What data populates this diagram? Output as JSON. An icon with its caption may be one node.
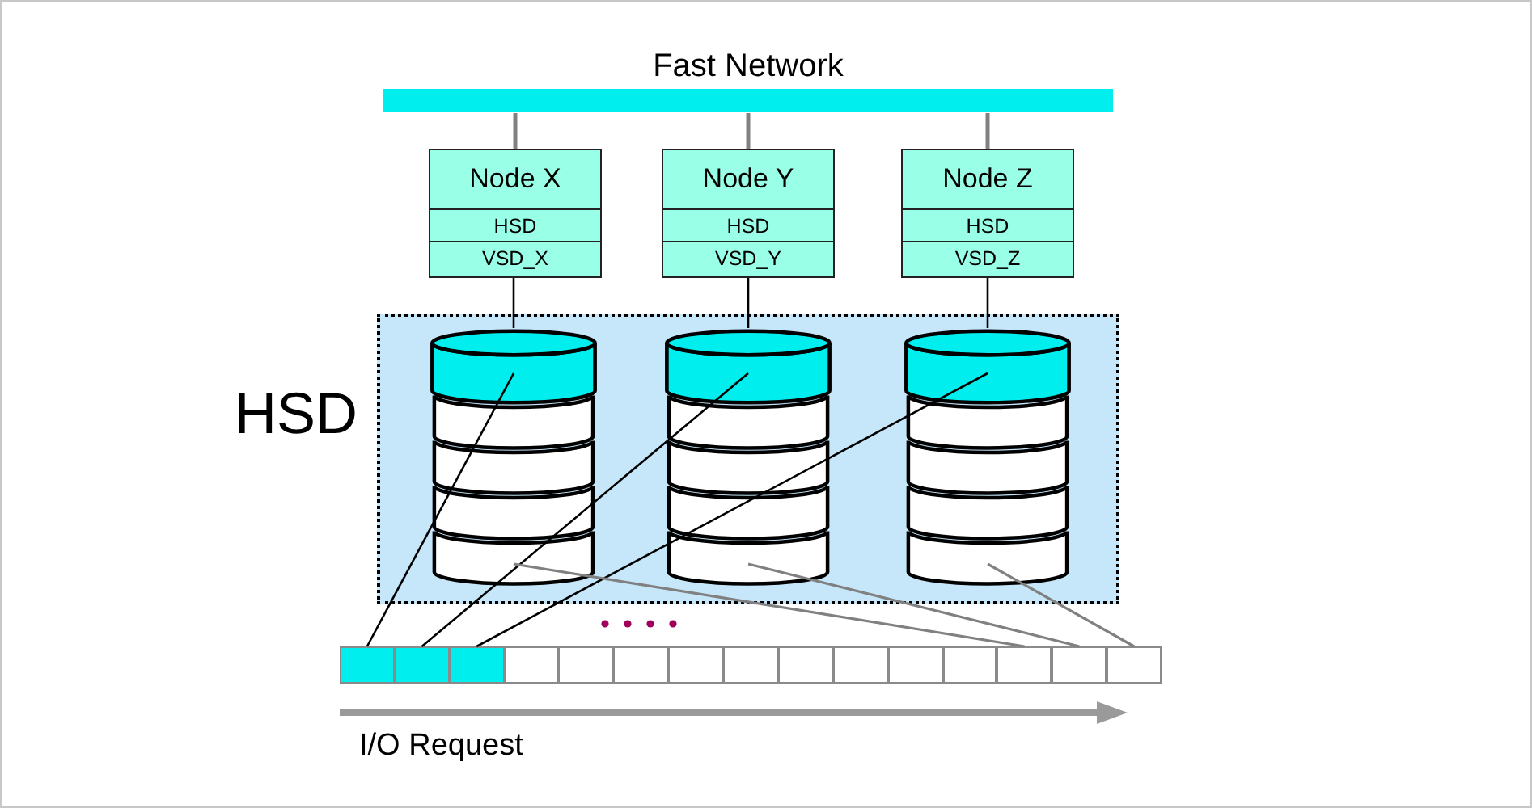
{
  "diagram": {
    "nodes": [
      {
        "text": [
          "Fast Network"
        ]
      },
      {
        "text": [
          "Node X",
          "HSD",
          "VSD_X"
        ]
      },
      {
        "text": [
          "Node Y",
          "HSD",
          "VSD_Y"
        ]
      },
      {
        "text": [
          "Node Z",
          "HSD",
          "VSD_Z"
        ]
      },
      {
        "text": [
          "HSD"
        ]
      },
      {
        "text": [],
        "shape": "cylinder",
        "in": 4
      },
      {
        "text": [],
        "shape": "box",
        "in": 5
      },
      {
        "text": [],
        "shape": "box",
        "in": 5
      },
      {
        "text": [],
        "shape": "box",
        "in": 5
      },
      {
        "text": [],
        "shape": "box",
        "in": 5
      },
      {
        "text": [],
        "shape": "box",
        "in": 5
      },
      {
        "text": [],
        "shape": "cylinder",
        "in": 4
      },
      {
        "text": [],
        "shape": "box",
        "in": 11
      },
      {
        "text": [],
        "shape": "box",
        "in": 11
      },
      {
        "text": [],
        "shape": "box",
        "in": 11
      },
      {
        "text": [],
        "shape": "box",
        "in": 11
      },
      {
        "text": [],
        "shape": "box",
        "in": 11
      },
      {
        "text": [],
        "shape": "cylinder",
        "in": 4
      },
      {
        "text": [],
        "shape": "box",
        "in": 17
      },
      {
        "text": [],
        "shape": "box",
        "in": 17
      },
      {
        "text": [],
        "shape": "box",
        "in": 17
      },
      {
        "text": [],
        "shape": "box",
        "in": 17
      },
      {
        "text": [],
        "shape": "box",
        "in": 17
      },
      {
        "text": [],
        "shape": "box"
      },
      {
        "text": [],
        "shape": "box"
      },
      {
        "text": [],
        "shape": "box"
      },
      {
        "text": [],
        "shape": "box"
      },
      {
        "text": [],
        "shape": "box"
      },
      {
        "text": [],
        "shape": "box"
      },
      {
        "text": [],
        "shape": "box"
      },
      {
        "text": [],
        "shape": "box"
      },
      {
        "text": [],
        "shape": "box"
      },
      {
        "text": [],
        "shape": "box"
      },
      {
        "text": [],
        "shape": "box"
      },
      {
        "text": [],
        "shape": "box"
      },
      {
        "text": [],
        "shape": "box"
      },
      {
        "text": [],
        "shape": "box"
      },
      {
        "text": [],
        "shape": "box"
      }
    ],
    "edges": [
      {
        "from": 0,
        "to": 1,
        "arrow": "none",
        "color": "#808080"
      },
      {
        "from": 0,
        "to": 2,
        "arrow": "none",
        "color": "#808080"
      },
      {
        "from": 0,
        "to": 3,
        "arrow": "none",
        "color": "#808080"
      },
      {
        "from": 1,
        "to": 5,
        "arrow": "none",
        "color": "#000000"
      },
      {
        "from": 2,
        "to": 11,
        "arrow": "none",
        "color": "#000000"
      },
      {
        "from": 3,
        "to": 17,
        "arrow": "none",
        "color": "#000000"
      },
      {
        "from": 23,
        "to": 6,
        "arrow": "none",
        "color": "#000000"
      },
      {
        "from": 24,
        "to": 12,
        "arrow": "none",
        "color": "#000000"
      },
      {
        "from": 25,
        "to": 18,
        "arrow": "none",
        "color": "#000000"
      },
      {
        "from": 35,
        "to": 10,
        "arrow": "none",
        "color": "#808080"
      },
      {
        "from": 36,
        "to": 16,
        "arrow": "none",
        "color": "#808080"
      },
      {
        "from": 37,
        "to": 22,
        "arrow": "none",
        "color": "#808080"
      }
    ],
    "labels": [
      "I/O Request"
    ]
  }
}
